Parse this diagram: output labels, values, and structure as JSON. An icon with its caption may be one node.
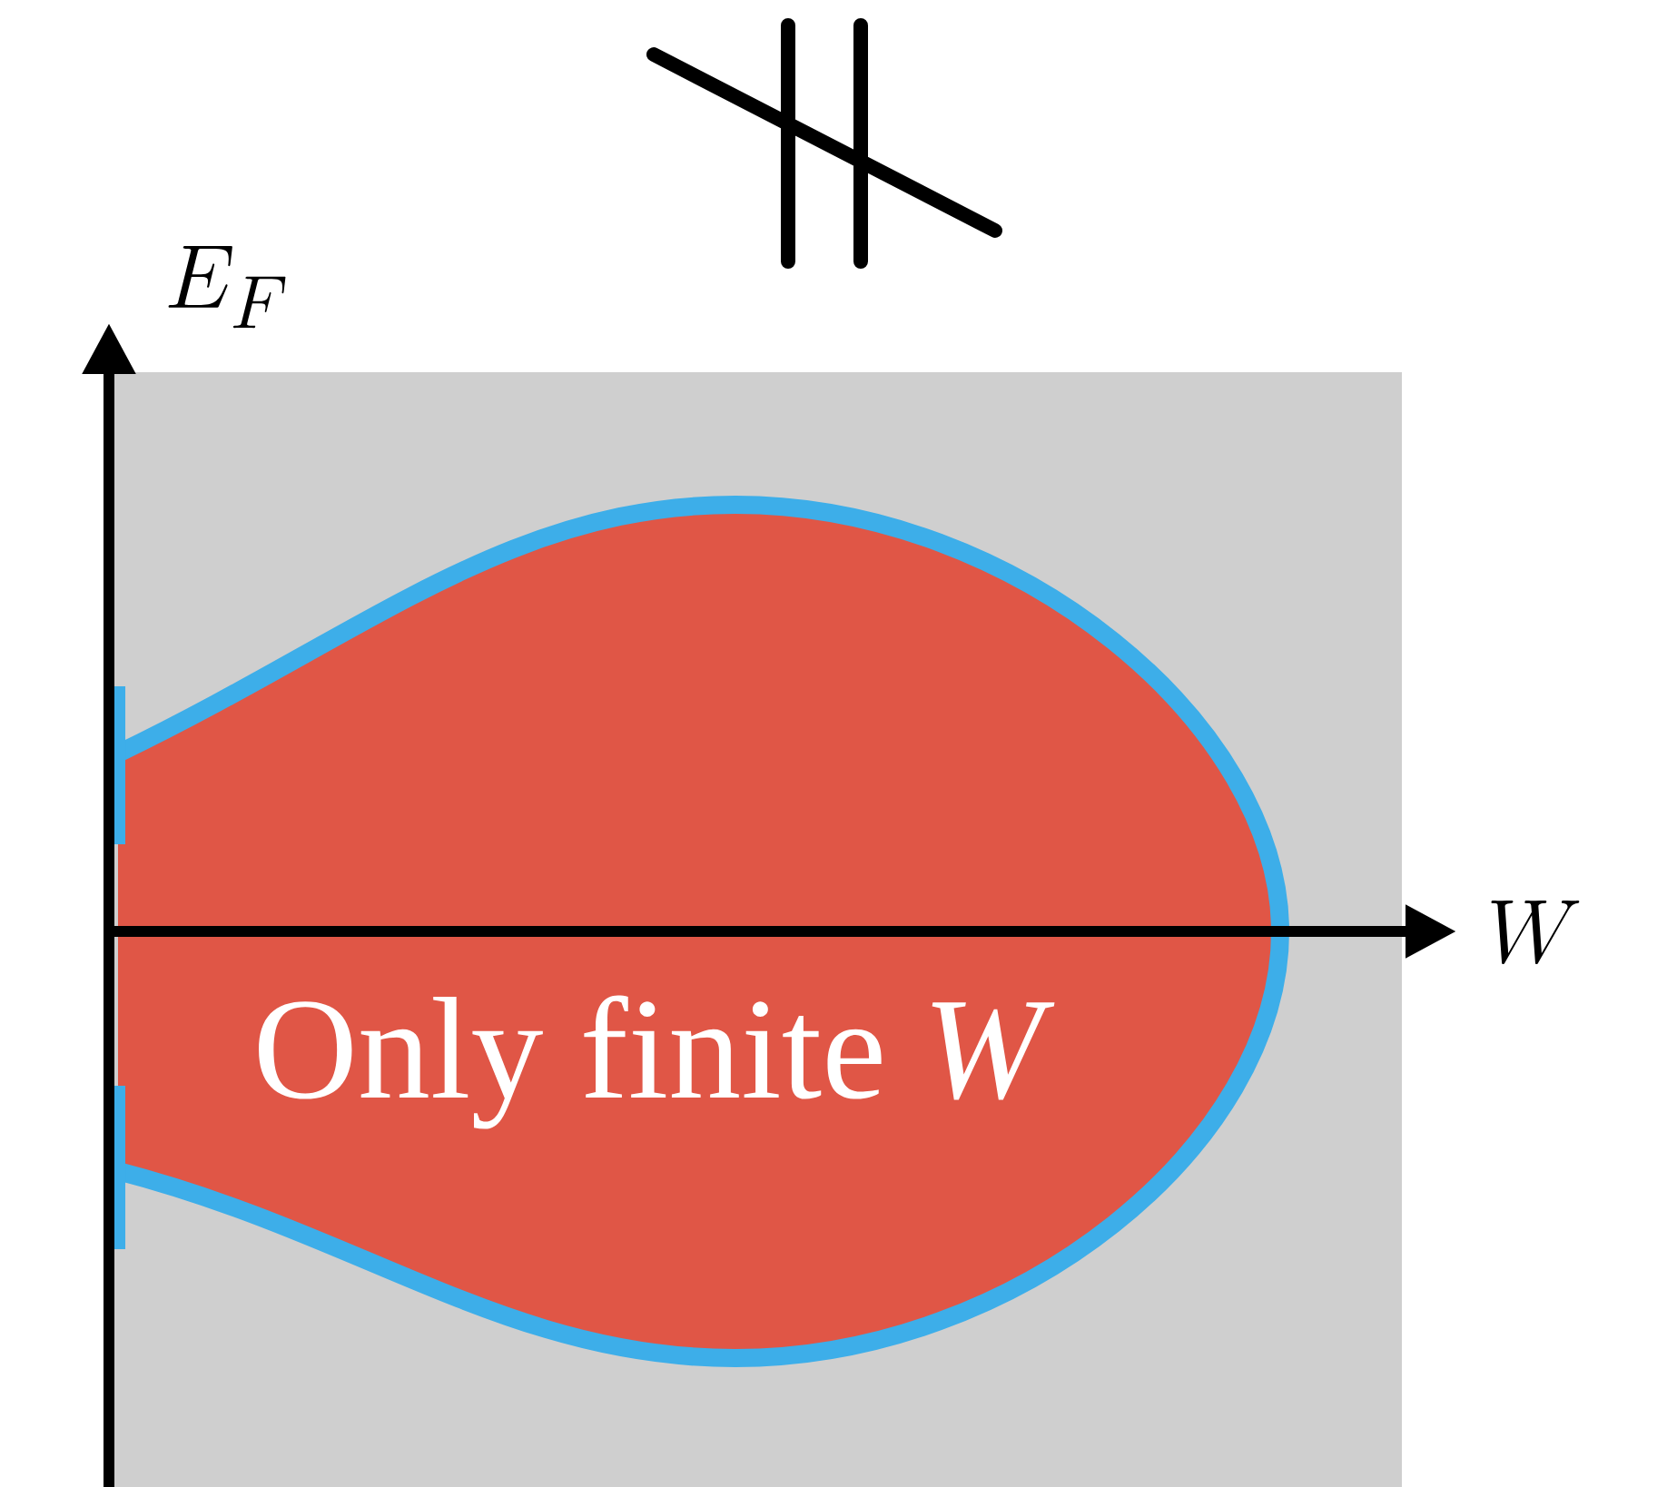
{
  "diagram": {
    "nodes": [
      {
        "text": [
          "Only finite *W*"
        ]
      }
    ],
    "labels": [
      "E_F",
      "W"
    ]
  }
}
